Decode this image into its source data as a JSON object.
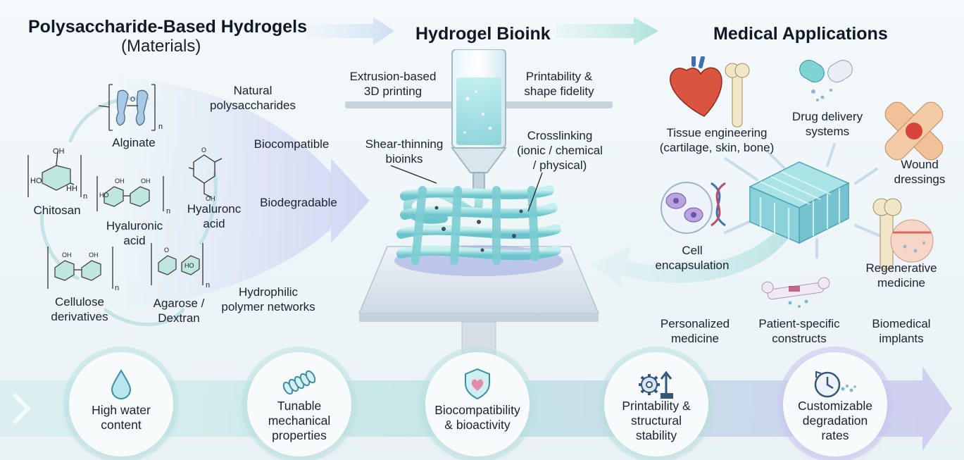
{
  "headers": {
    "materials_title": "Polysaccharide-Based Hydrogels",
    "materials_subtitle": "(Materials)",
    "bioink_title": "Hydrogel Bioink",
    "applications_title": "Medical Applications"
  },
  "materials": {
    "alginate": "Alginate",
    "chitosan": "Chitosan",
    "hyaluronic_acid": [
      "Hyaluronic",
      "acid"
    ],
    "hyaluronc_acid": [
      "Hyaluronc",
      "acid"
    ],
    "cellulose": [
      "Cellulose",
      "derivatives"
    ],
    "agarose": [
      "Agarose /",
      "Dextran"
    ],
    "chem_subscript": "n",
    "chem_atoms": {
      "oh": "OH",
      "ho": "HO",
      "hh": "HH",
      "o": "O"
    }
  },
  "properties": {
    "natural": [
      "Natural",
      "polysaccharides"
    ],
    "biocompatible": "Biocompatible",
    "biodegradable": "Biodegradable",
    "hydrophilic": [
      "Hydrophilic",
      "polymer networks"
    ]
  },
  "bioink": {
    "extrusion": [
      "Extrusion-based",
      "3D printing"
    ],
    "printability": [
      "Printability &",
      "shape fidelity"
    ],
    "shear": [
      "Shear-thinning",
      "bioinks"
    ],
    "crosslinking": [
      "Crosslinking",
      "(ionic / chemical",
      "/ physical)"
    ]
  },
  "applications": {
    "tissue": [
      "Tissue engineering",
      "(cartilage, skin, bone)"
    ],
    "drug": [
      "Drug delivery",
      "systems"
    ],
    "wound": [
      "Wound",
      "dressings"
    ],
    "cell": [
      "Cell",
      "encapsulation"
    ],
    "regenerative": [
      "Regenerative",
      "medicine"
    ],
    "personalized": [
      "Personalized",
      "medicine"
    ],
    "patient": [
      "Patient-specific",
      "constructs"
    ],
    "implants": [
      "Biomedical",
      "implants"
    ]
  },
  "features": [
    {
      "label": [
        "High water",
        "content"
      ],
      "icon": "water-drop-icon"
    },
    {
      "label": [
        "Tunable",
        "mechanical",
        "properties"
      ],
      "icon": "spring-icon"
    },
    {
      "label": [
        "Biocompatibility",
        "& bioactivity"
      ],
      "icon": "shield-heart-icon"
    },
    {
      "label": [
        "Printability &",
        "structural",
        "stability"
      ],
      "icon": "gear-arrow-icon"
    },
    {
      "label": [
        "Customizable",
        "degradation",
        "rates"
      ],
      "icon": "clock-icon"
    }
  ],
  "colors": {
    "teal": "#7fd3d0",
    "teal_dark": "#3b8fa5",
    "lavender": "#c9c6ee",
    "flow_arrow": "#c5e6ea"
  }
}
